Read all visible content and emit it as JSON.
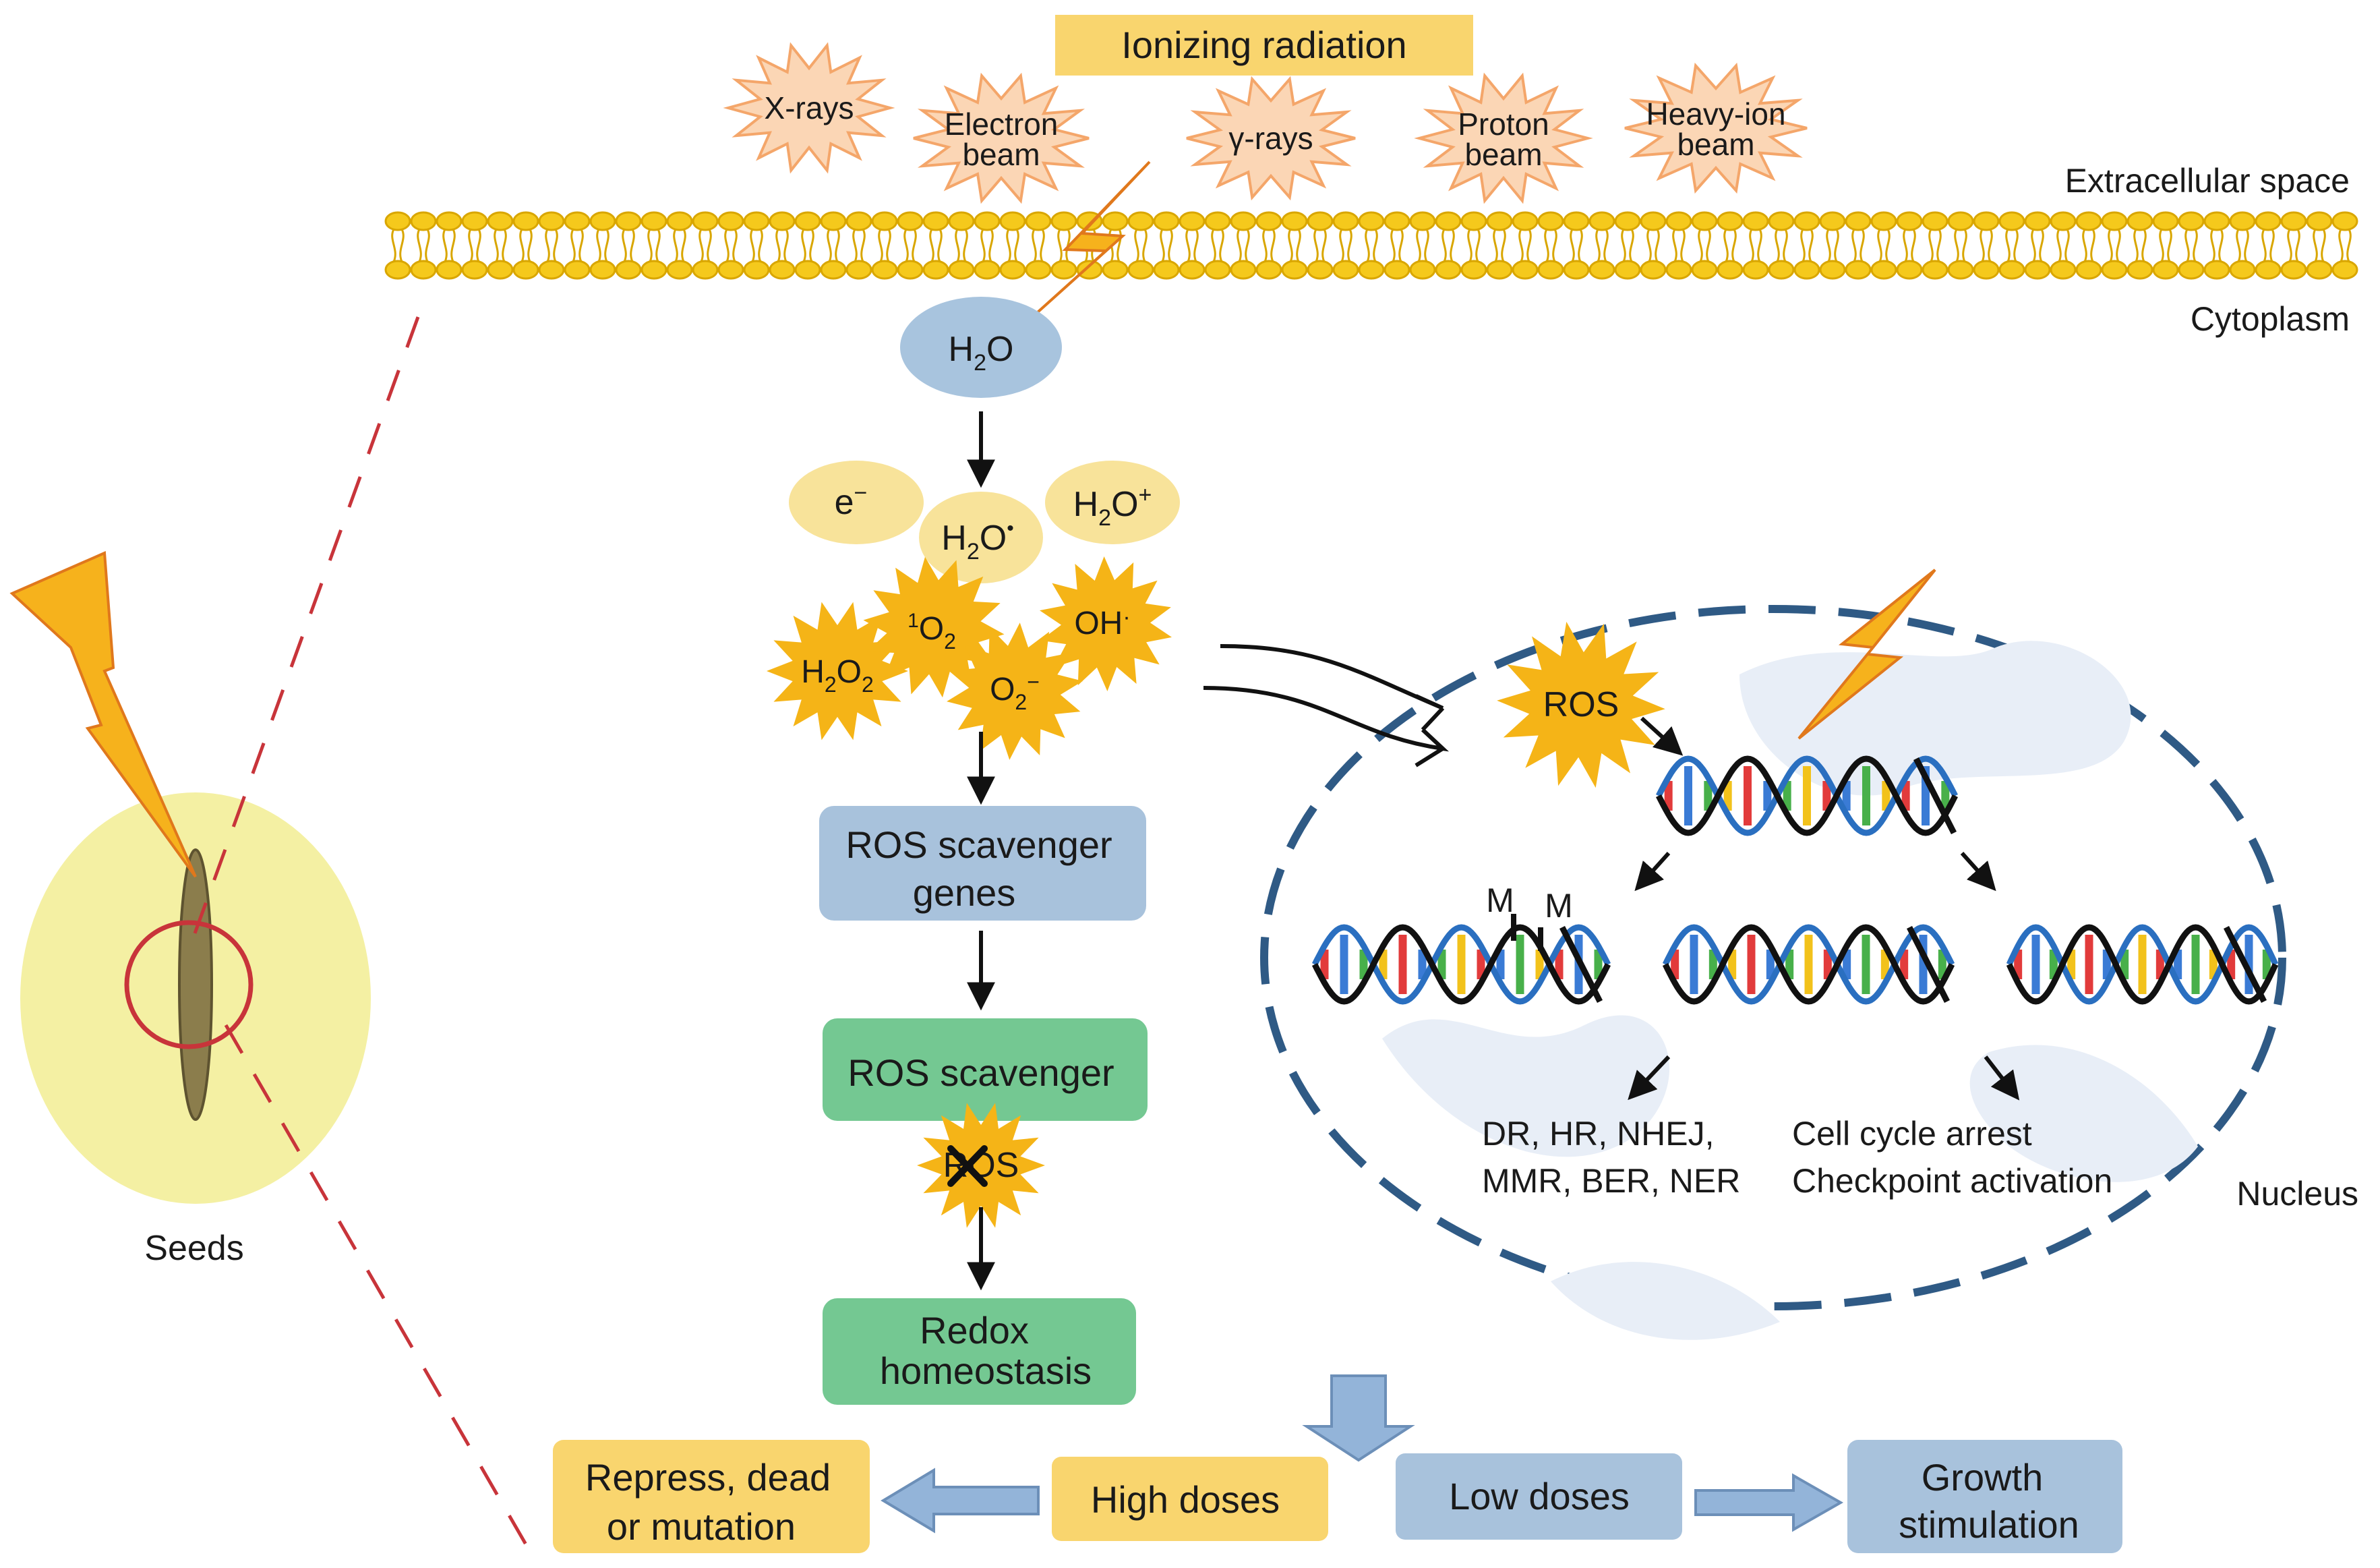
{
  "colors": {
    "ion_box": "#f9d56e",
    "burst_fill": "#fbd6b5",
    "burst_stroke": "#f4a66a",
    "membrane": "#f5c91c",
    "membrane_stroke": "#d9a600",
    "water_blue": "#a8c4de",
    "ion_yellow": "#f8e39a",
    "ros_star": "#f5b417",
    "blue_box": "#a8c2dc",
    "green_box": "#74c892",
    "orange_box": "#f9d56e",
    "nucleus_dash": "#2f5a85",
    "seed_fill": "#f4f0a3",
    "seed_red": "#c8343a",
    "embryo": "#8b7d4c",
    "arrow_fill": "#93b4d9",
    "lightning": "#f6b21c"
  },
  "title": "Ionizing radiation",
  "radiation_types": [
    {
      "line1": "X-rays",
      "line2": ""
    },
    {
      "line1": "Electron",
      "line2": "beam"
    },
    {
      "line1": "γ-rays",
      "line2": ""
    },
    {
      "line1": "Proton",
      "line2": "beam"
    },
    {
      "line1": "Heavy-ion",
      "line2": "beam"
    }
  ],
  "regions": {
    "extracellular": "Extracellular space",
    "cytoplasm": "Cytoplasm",
    "nucleus": "Nucleus",
    "seeds": "Seeds"
  },
  "water": {
    "base": "H",
    "sub": "2",
    "tail": "O"
  },
  "ionization": {
    "electron": {
      "base": "e",
      "sup": "−"
    },
    "h2o_radical": {
      "base": "H",
      "sub": "2",
      "mid": "O",
      "sup": "•"
    },
    "h2o_cation": {
      "base": "H",
      "sub": "2",
      "mid": "O",
      "sup": "+"
    }
  },
  "ros_species": {
    "h2o2": {
      "b1": "H",
      "s1": "2",
      "b2": "O",
      "s2": "2"
    },
    "singlet_o2": {
      "pre": "1",
      "b1": "O",
      "s1": "2"
    },
    "oh": {
      "b1": "OH",
      "sup": "·"
    },
    "superoxide": {
      "b1": "O",
      "s1": "2",
      "sup": "−"
    }
  },
  "pathway": {
    "scavenger_genes": [
      "ROS scavenger",
      "genes"
    ],
    "scavenger": "ROS scavenger",
    "ros_crossed": "ROS",
    "redox": [
      "Redox",
      "homeostasis"
    ]
  },
  "nucleus_panel": {
    "ros": "ROS",
    "methyl_mark": "M",
    "repair": [
      "DR, HR, NHEJ,",
      "MMR, BER, NER"
    ],
    "response": [
      "Cell cycle arrest",
      "Checkpoint activation"
    ]
  },
  "outcomes": {
    "high_doses": "High doses",
    "low_doses": "Low doses",
    "repress": [
      "Repress, dead",
      "or mutation"
    ],
    "growth": [
      "Growth",
      "stimulation"
    ]
  }
}
